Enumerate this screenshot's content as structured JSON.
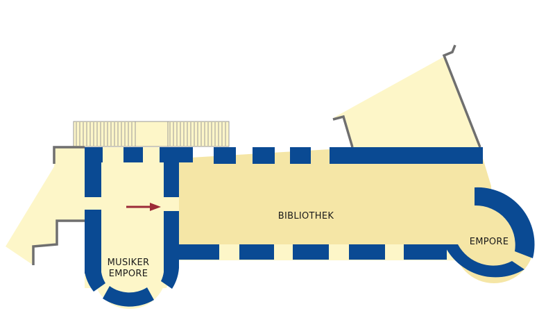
{
  "rooms": {
    "bibliothek": {
      "label": "BIBLIOTHEK"
    },
    "musiker_empore": {
      "label_line1": "MUSIKER",
      "label_line2": "EMPORE"
    },
    "empore": {
      "label": "EMPORE"
    }
  },
  "colors": {
    "outer_area": "#fdf6c8",
    "main_room": "#f5e6a6",
    "wall": "#0a4a93",
    "outline": "#6f6f6f",
    "stair_lines": "#9a9a9a",
    "arrow": "#9c2b38"
  },
  "icons": {
    "location_marker": "arrow-right-icon"
  }
}
